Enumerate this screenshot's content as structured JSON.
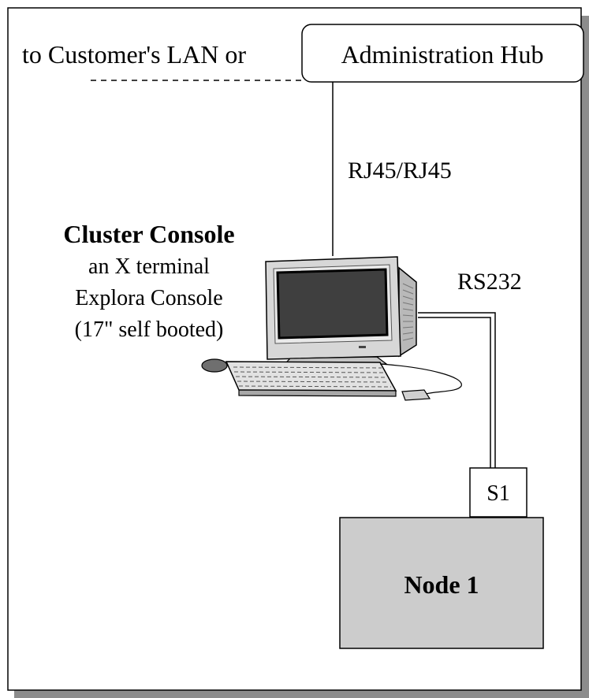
{
  "labels": {
    "lan_text": "to Customer's LAN or",
    "hub": "Administration Hub",
    "rj45": "RJ45/RJ45",
    "console_title": "Cluster Console",
    "console_line1": "an X terminal",
    "console_line2": "Explora Console",
    "console_line3": "(17\" self booted)",
    "rs232": "RS232",
    "s1": "S1",
    "node1": "Node 1"
  },
  "colors": {
    "frame_shadow": "#8c8c8c",
    "node_fill": "#cccccc",
    "monitor_body": "#d7d7d7",
    "screen": "#3f3f3f"
  }
}
